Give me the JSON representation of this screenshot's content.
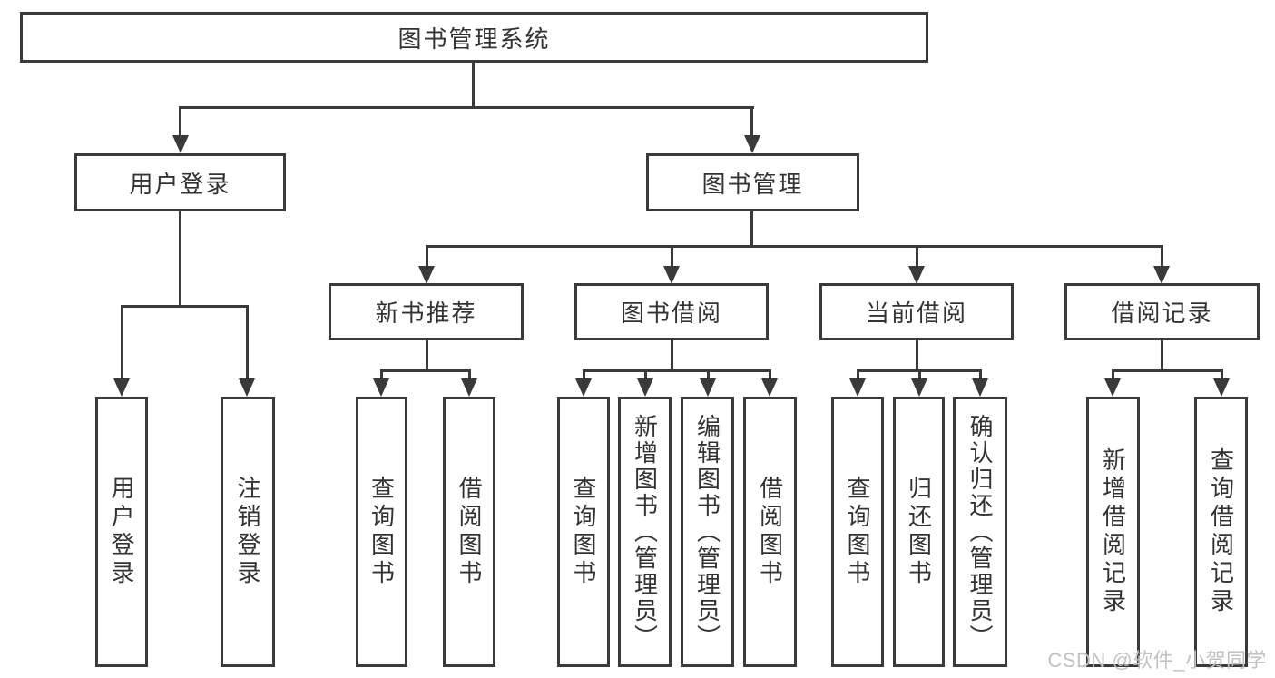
{
  "diagram": {
    "root": {
      "label": "图书管理系统"
    },
    "level2": [
      {
        "label": "用户登录"
      },
      {
        "label": "图书管理"
      }
    ],
    "level3": [
      {
        "label": "新书推荐"
      },
      {
        "label": "图书借阅"
      },
      {
        "label": "当前借阅"
      },
      {
        "label": "借阅记录"
      }
    ],
    "leaves": [
      {
        "label": "用户登录"
      },
      {
        "label": "注销登录"
      },
      {
        "label": "查询图书"
      },
      {
        "label": "借阅图书"
      },
      {
        "label": "查询图书"
      },
      {
        "label": "新增图书（管理员）"
      },
      {
        "label": "编辑图书（管理员）"
      },
      {
        "label": "借阅图书"
      },
      {
        "label": "查询图书"
      },
      {
        "label": "归还图书"
      },
      {
        "label": "确认归还（管理员）"
      },
      {
        "label": "新增借阅记录"
      },
      {
        "label": "查询借阅记录"
      }
    ]
  },
  "watermark": {
    "text": "CSDN @软件_小贺同学"
  },
  "colors": {
    "line": "#3a3a3a",
    "text": "#333333",
    "node_background": "#ffffff",
    "page_background": "#ffffff",
    "watermark": "#c2c2c2"
  }
}
